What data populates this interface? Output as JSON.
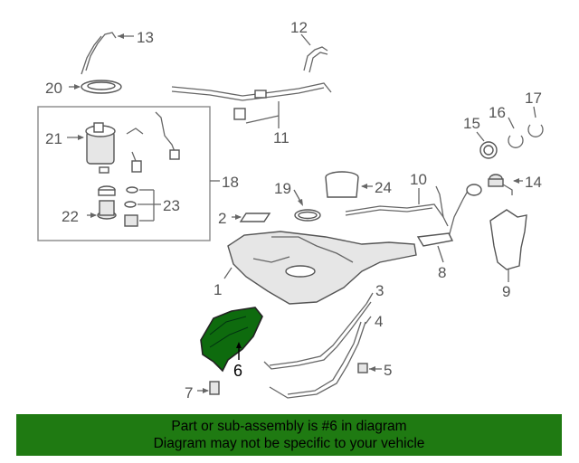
{
  "callouts": {
    "c1": "1",
    "c2": "2",
    "c3": "3",
    "c4": "4",
    "c5": "5",
    "c6": "6",
    "c7": "7",
    "c8": "8",
    "c9": "9",
    "c10": "10",
    "c11": "11",
    "c12": "12",
    "c13": "13",
    "c14": "14",
    "c15": "15",
    "c16": "16",
    "c17": "17",
    "c18": "18",
    "c19": "19",
    "c20": "20",
    "c21": "21",
    "c22": "22",
    "c23": "23",
    "c24": "24"
  },
  "highlight": {
    "part": "6",
    "color": "#1f7a12"
  },
  "footer": {
    "line1": "Part or sub-assembly is #6 in diagram",
    "line2": "Diagram may not be specific to your vehicle"
  },
  "colors": {
    "banner": "#1f7a12",
    "highlight_part": "#0e6b0e"
  }
}
